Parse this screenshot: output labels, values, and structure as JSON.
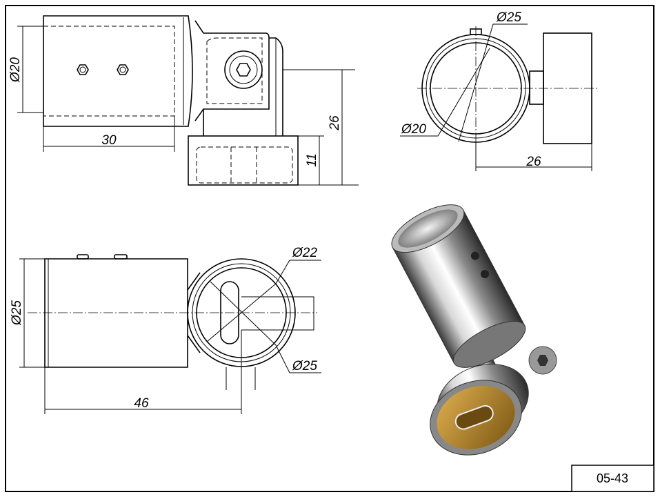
{
  "drawing_number": "05-43",
  "views": {
    "top_left": {
      "dia": "Ø20",
      "length": "30",
      "height": "26",
      "base_height": "11"
    },
    "top_right": {
      "outer_dia": "Ø25",
      "inner_dia": "Ø20",
      "width": "26"
    },
    "bottom_left": {
      "dia": "Ø25",
      "outer_ring_dia": "Ø22",
      "ring_dia": "Ø25",
      "length": "46"
    }
  },
  "colors": {
    "line": "#000000",
    "brass": "#b8862a",
    "steel": "#9a9a9a"
  }
}
